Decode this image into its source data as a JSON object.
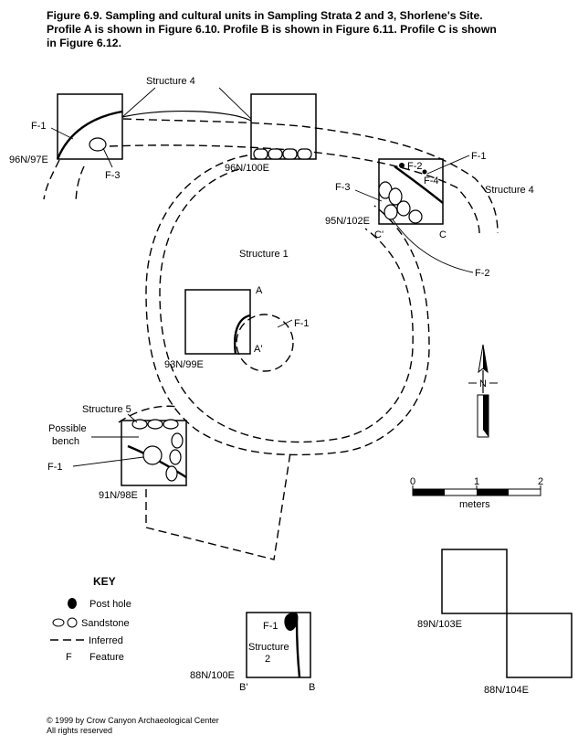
{
  "caption": {
    "line1": "Figure 6.9.  Sampling and cultural units in Sampling Strata 2 and 3, Shorlene's Site.",
    "line2": "Profile A is shown in Figure 6.10. Profile B is shown in Figure 6.11. Profile C is shown",
    "line3": "in Figure 6.12."
  },
  "structures": {
    "s1": "Structure 1",
    "s2_line1": "Structure",
    "s2_line2": "2",
    "s4_top": "Structure 4",
    "s4_right": "Structure 4",
    "s5": "Structure 5",
    "bench_line1": "Possible",
    "bench_line2": "bench"
  },
  "units": {
    "u96_97": "96N/97E",
    "u96_100": "96N/100E",
    "u95_102": "95N/102E",
    "u93_99": "93N/99E",
    "u91_98": "91N/98E",
    "u88_100": "88N/100E",
    "u89_103": "89N/103E",
    "u88_104": "88N/104E"
  },
  "features": {
    "f1": "F-1",
    "f2": "F-2",
    "f3": "F-3",
    "f4": "F-4"
  },
  "profiles": {
    "a": "A",
    "a_prime": "A'",
    "b": "B",
    "b_prime": "B'",
    "c": "C",
    "c_prime": "C'"
  },
  "north": {
    "label": "N"
  },
  "scale": {
    "tick0": "0",
    "tick1": "1",
    "tick2": "2",
    "unit": "meters"
  },
  "key": {
    "title": "KEY",
    "post_hole": "Post hole",
    "sandstone": "Sandstone",
    "inferred": "Inferred",
    "feature_symbol": "F",
    "feature": "Feature"
  },
  "copyright": {
    "line1": "© 1999 by Crow Canyon Archaeological Center",
    "line2": "All rights reserved"
  }
}
